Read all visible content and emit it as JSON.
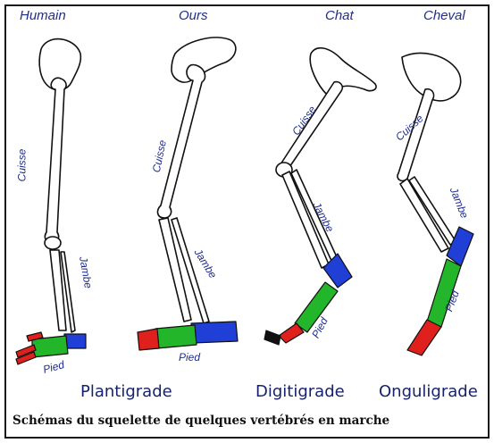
{
  "species": {
    "humain": "Humain",
    "ours": "Ours",
    "chat": "Chat",
    "cheval": "Cheval"
  },
  "labels": {
    "humain": {
      "cuisse": "Cuisse",
      "jambe": "Jambe",
      "pied": "Pied"
    },
    "ours": {
      "cuisse": "Cuisse",
      "jambe": "Jambe",
      "pied": "Pied"
    },
    "chat": {
      "cuisse": "Cuisse",
      "jambe": "Jambe",
      "pied": "Pied"
    },
    "cheval": {
      "cuisse": "Cuisse",
      "jambe": "Jambe",
      "pied": "Pied"
    }
  },
  "gaits": {
    "plantigrade": "Plantigrade",
    "digitigrade": "Digitigrade",
    "onguligrade": "Onguligrade"
  },
  "caption": "Schémas du squelette de quelques vertébrés en marche",
  "colors": {
    "bone_outline": "#111111",
    "tarsal": "#1f3fd6",
    "metatarsal": "#23b52a",
    "phalanx": "#e0201c",
    "label_text": "#1f2d8c"
  }
}
